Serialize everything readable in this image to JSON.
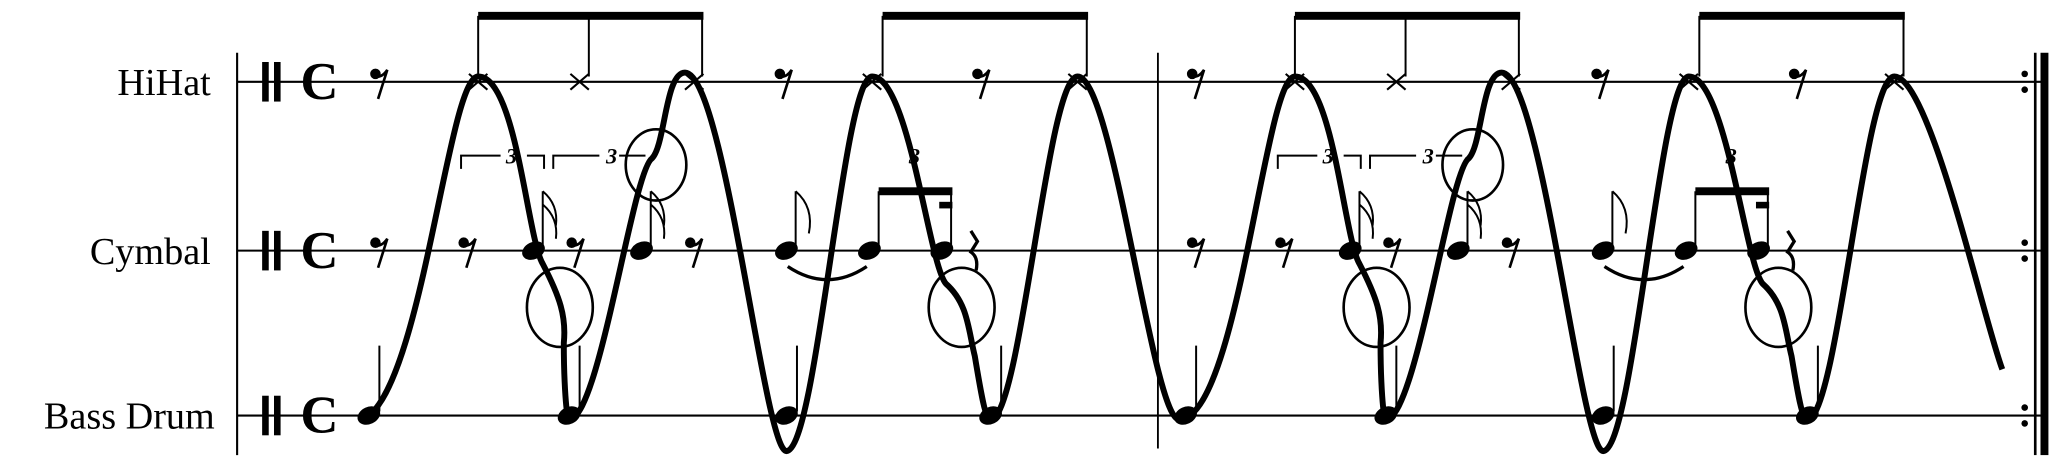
{
  "staves": [
    {
      "name": "HiHat"
    },
    {
      "name": "Cymbal"
    },
    {
      "name": "Bass Drum"
    }
  ],
  "time_signature": "C",
  "tuplet_number": "3"
}
